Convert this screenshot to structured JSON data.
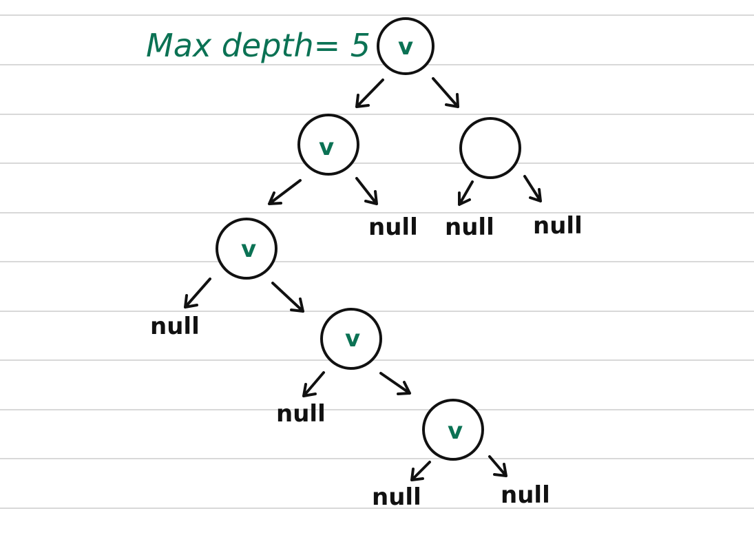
{
  "colors": {
    "ink": "#111111",
    "accent": "#0b7254",
    "ruled_line": "#d8d8d8",
    "paper": "#ffffff"
  },
  "title": "Max depth= 5",
  "check_mark": "v",
  "null_label": "null",
  "nodes": [
    {
      "id": "root",
      "checked": true,
      "label": "v"
    },
    {
      "id": "l",
      "checked": true,
      "label": "v"
    },
    {
      "id": "r",
      "checked": false,
      "label": ""
    },
    {
      "id": "ll",
      "checked": true,
      "label": "v"
    },
    {
      "id": "llr",
      "checked": true,
      "label": "v"
    },
    {
      "id": "llrr",
      "checked": true,
      "label": "v"
    }
  ],
  "null_leaves": [
    {
      "parent": "l",
      "side": "right",
      "label": "null"
    },
    {
      "parent": "r",
      "side": "left",
      "label": "null"
    },
    {
      "parent": "r",
      "side": "right",
      "label": "null"
    },
    {
      "parent": "ll",
      "side": "left",
      "label": "null"
    },
    {
      "parent": "llr",
      "side": "left",
      "label": "null"
    },
    {
      "parent": "llrr",
      "side": "left",
      "label": "null"
    },
    {
      "parent": "llrr",
      "side": "right",
      "label": "null"
    }
  ]
}
